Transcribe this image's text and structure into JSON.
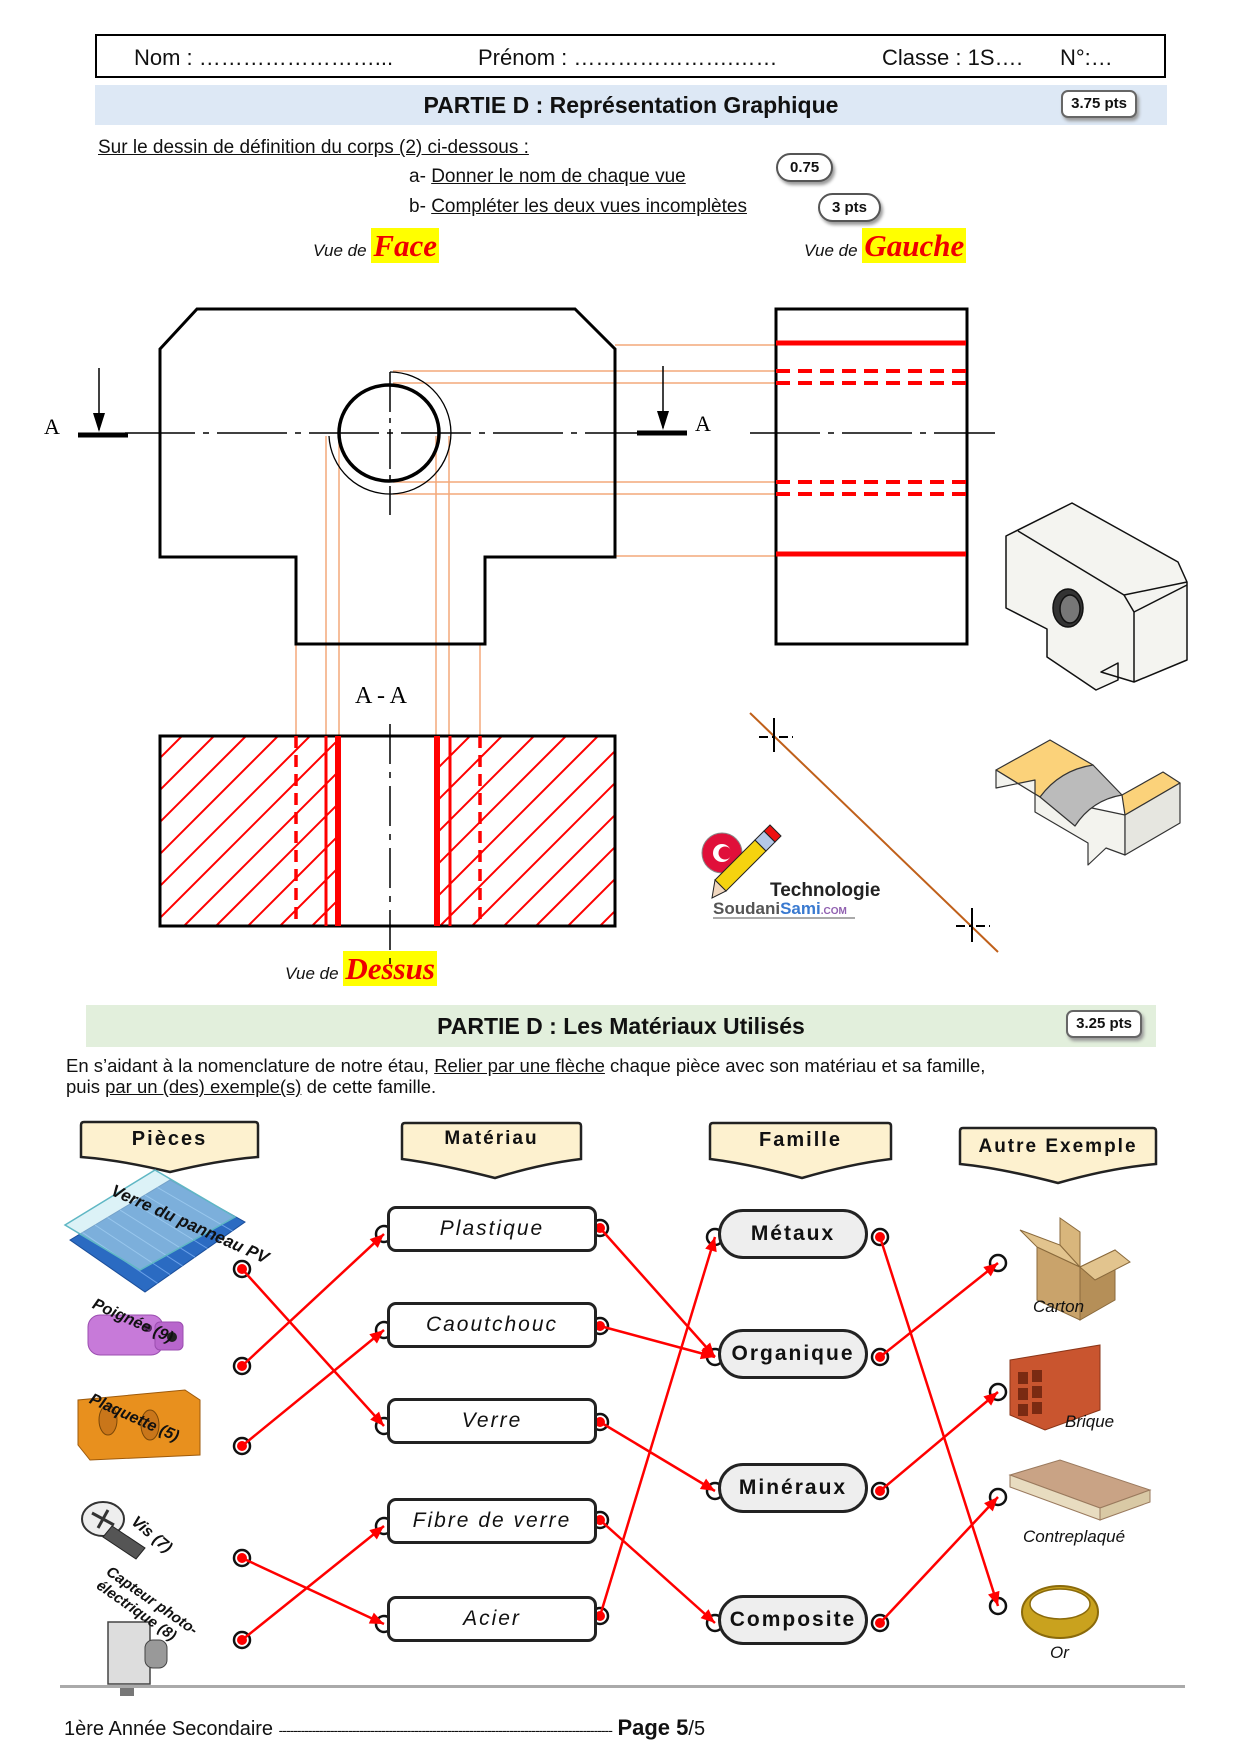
{
  "header": {
    "nom": "Nom : ……………………...",
    "prenom": "Prénom :  ………………….……",
    "classe": "Classe : 1S….",
    "numero": "N°:…"
  },
  "part1": {
    "title": "PARTIE D : Représentation Graphique",
    "points": "3.75 pts",
    "intro": "Sur le dessin de définition du corps (2) ci-dessous :",
    "tasks": [
      {
        "prefix": "a-",
        "text": "Donner le nom de chaque vue",
        "points": "0.75"
      },
      {
        "prefix": "b-",
        "text": "Compléter les deux vues incomplètes",
        "points": "3 pts"
      }
    ],
    "views": {
      "vue_prefix": "Vue de",
      "front": "Face",
      "left": "Gauche",
      "top": "Dessus"
    },
    "section_marker": "A",
    "section_title": "A - A",
    "logo": {
      "line1": "Technologie",
      "line2a": "Soudani",
      "line2b": "Sami",
      "line2c": ".COM"
    }
  },
  "part2": {
    "title": "PARTIE D : Les Matériaux Utilisés",
    "points": "3.25 pts",
    "instruction_1a": "En s’aidant à la nomenclature de notre étau, ",
    "instruction_1b": "Relier par une flèche",
    "instruction_1c": " chaque pièce avec son matériau et sa famille,",
    "instruction_2a": "puis ",
    "instruction_2b": "par un (des) exemple(s)",
    "instruction_2c": " de cette famille.",
    "columns": {
      "pieces": "Pièces",
      "materiau": "Matériau",
      "famille": "Famille",
      "exemple": "Autre Exemple"
    },
    "pieces": [
      "Verre du panneau PV",
      "Poignée (9)",
      "Plaquette (5)",
      "Vis (7)",
      "Capteur photo-électrique (8)"
    ],
    "materiaux": [
      "Plastique",
      "Caoutchouc",
      "Verre",
      "Fibre de verre",
      "Acier"
    ],
    "familles": [
      "Métaux",
      "Organique",
      "Minéraux",
      "Composite"
    ],
    "exemples": [
      "Carton",
      "Brique",
      "Contreplaqué",
      "Or"
    ],
    "links_piece_to_materiau": [
      {
        "piece": "Verre du panneau PV",
        "materiau": "Verre"
      },
      {
        "piece": "Poignée (9)",
        "materiau": "Plastique"
      },
      {
        "piece": "Plaquette (5)",
        "materiau": "Caoutchouc"
      },
      {
        "piece": "Vis (7)",
        "materiau": "Acier"
      },
      {
        "piece": "Capteur photo-électrique (8)",
        "materiau": "Fibre de verre"
      }
    ],
    "links_materiau_to_famille": [
      {
        "materiau": "Plastique",
        "famille": "Organique"
      },
      {
        "materiau": "Caoutchouc",
        "famille": "Organique"
      },
      {
        "materiau": "Verre",
        "famille": "Minéraux"
      },
      {
        "materiau": "Fibre de verre",
        "famille": "Composite"
      },
      {
        "materiau": "Acier",
        "famille": "Métaux"
      }
    ],
    "links_famille_to_exemple": [
      {
        "famille": "Métaux",
        "exemple": "Or"
      },
      {
        "famille": "Organique",
        "exemple": "Carton"
      },
      {
        "famille": "Minéraux",
        "exemple": "Brique"
      },
      {
        "famille": "Composite",
        "exemple": "Contreplaqué"
      }
    ]
  },
  "footer": {
    "level": "1ère Année Secondaire",
    "dashes": "-------------------------------------------------------------------------------------------",
    "page_label": "Page 5",
    "page_total": "/5"
  },
  "colors": {
    "answer_red": "#ff0000",
    "construction_orange": "#f4a97a",
    "highlight_yellow": "#ffff00"
  }
}
